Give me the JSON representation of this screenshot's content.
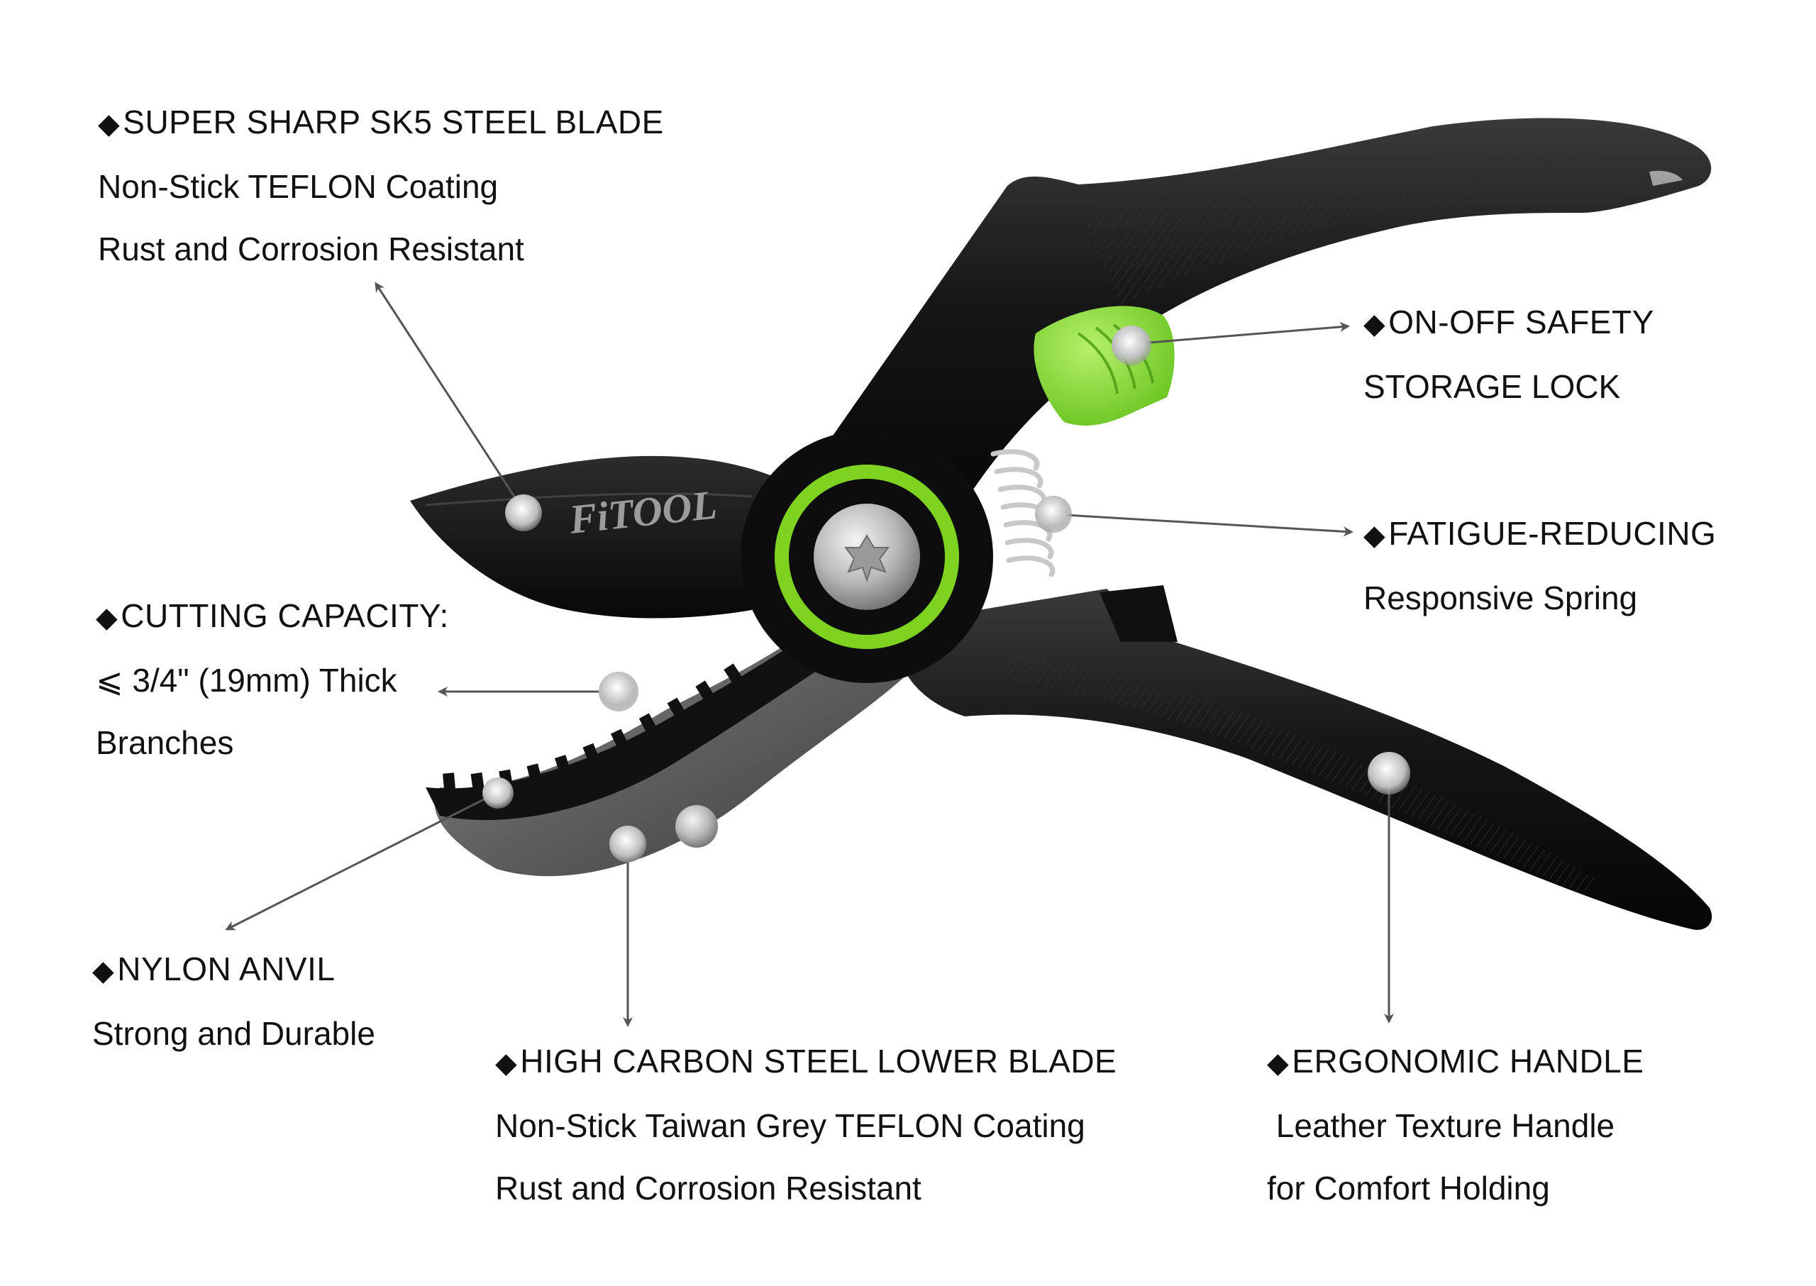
{
  "product": {
    "brand_logo": "FiTOOL",
    "colors": {
      "handle": "#1a1a1a",
      "accent": "#7ed321",
      "lower_blade": "#6b6b6b",
      "bolt": "#bdbdbd",
      "arrow": "#555555"
    }
  },
  "callouts": {
    "bullet": "◆",
    "blade": {
      "heading": "SUPER SHARP SK5 STEEL BLADE",
      "line1": "Non-Stick TEFLON Coating",
      "line2": "Rust and Corrosion Resistant"
    },
    "lock": {
      "heading": "ON-OFF SAFETY",
      "line1": "STORAGE LOCK"
    },
    "spring": {
      "heading": "FATIGUE-REDUCING",
      "line1": "Responsive Spring"
    },
    "capacity": {
      "heading": "CUTTING CAPACITY:",
      "line1": "⩽ 3/4\" (19mm) Thick",
      "line2": "Branches"
    },
    "anvil": {
      "heading": "NYLON ANVIL",
      "line1": "Strong and Durable"
    },
    "lower_blade": {
      "heading": "HIGH CARBON STEEL LOWER BLADE",
      "line1": "Non-Stick Taiwan Grey TEFLON Coating",
      "line2": "Rust and Corrosion Resistant"
    },
    "handle": {
      "heading": "ERGONOMIC HANDLE",
      "line1": " Leather Texture Handle",
      "line2": "for Comfort Holding"
    }
  }
}
